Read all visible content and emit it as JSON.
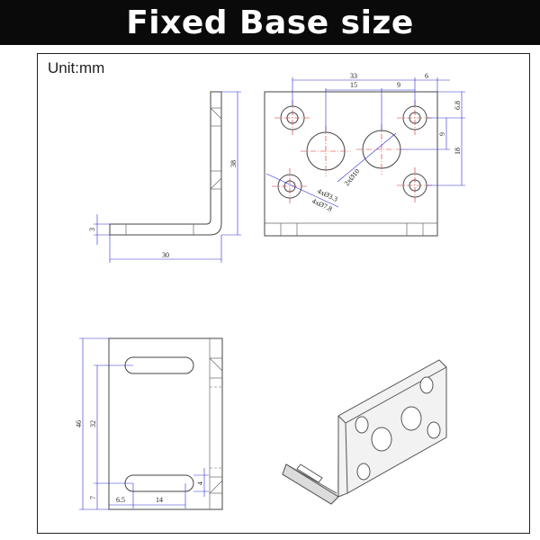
{
  "header": {
    "title": "Fixed Base size"
  },
  "unit_label": "Unit:mm",
  "dimensions": {
    "side_view": {
      "height": "38",
      "thickness": "3",
      "length": "30"
    },
    "front_view": {
      "width_total": "33",
      "edge_offset": "6",
      "hole_spacing_small": "15",
      "hole_spacing_inner": "9",
      "top_offset": "6.8",
      "vertical_gap": "9",
      "vertical_span": "18",
      "small_holes": "4xØ3.3",
      "counterbore": "4xØ7.8",
      "large_holes": "2xØ10"
    },
    "bottom_view": {
      "height_total": "46",
      "slot_span": "32",
      "bottom_offset": "7",
      "slot_offset": "6.5",
      "slot_length": "14",
      "slot_width": "4"
    }
  }
}
